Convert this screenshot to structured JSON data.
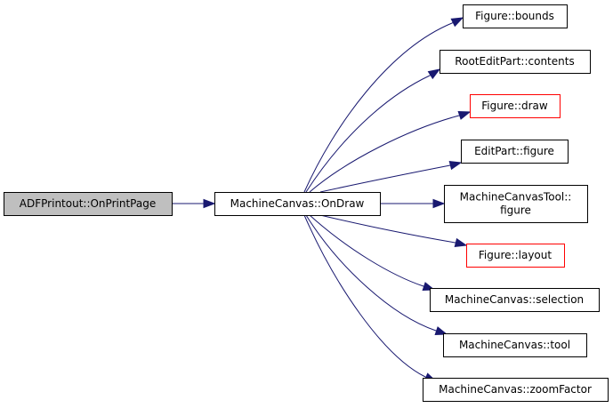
{
  "graph": {
    "colors": {
      "edge": "#191970",
      "focus_fill": "#bfbfbf",
      "border": "#000000",
      "highlight_border": "#ff0000"
    },
    "nodes": [
      {
        "id": "ondraw_caller",
        "lines": [
          "ADFPrintout::OnPrintPage"
        ],
        "style": "focus"
      },
      {
        "id": "ondraw",
        "lines": [
          "MachineCanvas::OnDraw"
        ],
        "style": "normal"
      },
      {
        "id": "bounds",
        "lines": [
          "Figure::bounds"
        ],
        "style": "normal"
      },
      {
        "id": "contents",
        "lines": [
          "RootEditPart::contents"
        ],
        "style": "normal"
      },
      {
        "id": "draw",
        "lines": [
          "Figure::draw"
        ],
        "style": "highlight"
      },
      {
        "id": "figure",
        "lines": [
          "EditPart::figure"
        ],
        "style": "normal"
      },
      {
        "id": "tool_figure",
        "lines": [
          "MachineCanvasTool::",
          "figure"
        ],
        "style": "normal"
      },
      {
        "id": "layout",
        "lines": [
          "Figure::layout"
        ],
        "style": "highlight"
      },
      {
        "id": "selection",
        "lines": [
          "MachineCanvas::selection"
        ],
        "style": "normal"
      },
      {
        "id": "tool",
        "lines": [
          "MachineCanvas::tool"
        ],
        "style": "normal"
      },
      {
        "id": "zoom",
        "lines": [
          "MachineCanvas::zoomFactor"
        ],
        "style": "normal"
      }
    ],
    "edges": [
      {
        "from": "ondraw_caller",
        "to": "ondraw"
      },
      {
        "from": "ondraw",
        "to": "bounds"
      },
      {
        "from": "ondraw",
        "to": "contents"
      },
      {
        "from": "ondraw",
        "to": "draw"
      },
      {
        "from": "ondraw",
        "to": "figure"
      },
      {
        "from": "ondraw",
        "to": "tool_figure"
      },
      {
        "from": "ondraw",
        "to": "layout"
      },
      {
        "from": "ondraw",
        "to": "selection"
      },
      {
        "from": "ondraw",
        "to": "tool"
      },
      {
        "from": "ondraw",
        "to": "zoom"
      }
    ]
  }
}
